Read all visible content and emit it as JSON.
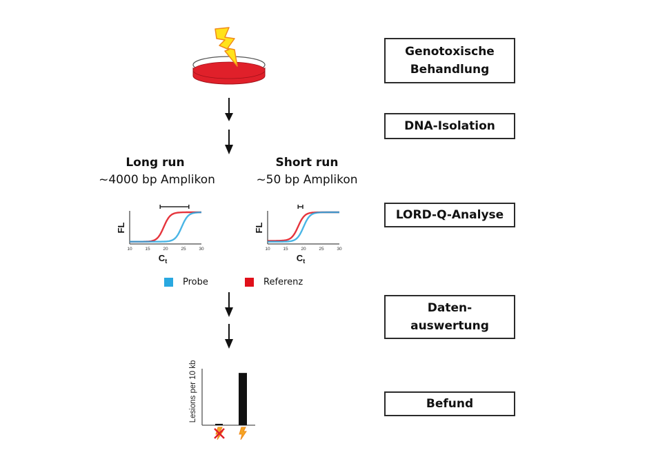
{
  "steps": [
    {
      "lines": [
        "Genotoxische",
        "Behandlung"
      ]
    },
    {
      "lines": [
        "DNA-Isolation"
      ]
    },
    {
      "lines": [
        "LORD-Q-Analyse"
      ]
    },
    {
      "lines": [
        "Daten-",
        "auswertung"
      ]
    },
    {
      "lines": [
        "Befund"
      ]
    }
  ],
  "icons": {
    "treatment": "petri-dish-with-lightning",
    "flow_arrow": "arrow-down"
  },
  "runs": {
    "long": {
      "title": "Long run",
      "subtitle": "~4000 bp Amplikon"
    },
    "short": {
      "title": "Short run",
      "subtitle": "~50 bp Amplikon"
    }
  },
  "legend": {
    "probe": {
      "label": "Probe",
      "color": "#29a8e0"
    },
    "referenz": {
      "label": "Referenz",
      "color": "#e0101a"
    }
  },
  "colors": {
    "dish_fill": "#e0202a",
    "bolt_fill": "#ffe21a",
    "bolt_stroke": "#f08a1a",
    "box_border": "#2a2a2a",
    "bar_fill": "#111111",
    "cross": "#e0202a"
  },
  "chart_data": [
    {
      "type": "line",
      "title": "Long run",
      "xlabel": "Ct",
      "ylabel": "FL",
      "x_ticks": [
        "10",
        "15",
        "20",
        "25",
        "30"
      ],
      "xlim": [
        10,
        30
      ],
      "ylim": [
        0,
        1
      ],
      "series": [
        {
          "name": "Referenz",
          "color": "#e0101a",
          "midpoint_ct": 19.5,
          "baseline": 0.05,
          "plateau": 1.0
        },
        {
          "name": "Probe",
          "color": "#29a8e0",
          "midpoint_ct": 24.5,
          "baseline": 0.05,
          "plateau": 1.0
        }
      ],
      "delta_bar": {
        "from_ct": 18.5,
        "to_ct": 26.5
      }
    },
    {
      "type": "line",
      "title": "Short run",
      "xlabel": "Ct",
      "ylabel": "FL",
      "x_ticks": [
        "10",
        "15",
        "20",
        "25",
        "30"
      ],
      "xlim": [
        10,
        30
      ],
      "ylim": [
        0,
        1
      ],
      "series": [
        {
          "name": "Referenz",
          "color": "#e0101a",
          "midpoint_ct": 18.5,
          "baseline": 0.08,
          "plateau": 1.0
        },
        {
          "name": "Probe",
          "color": "#29a8e0",
          "midpoint_ct": 20.0,
          "baseline": 0.05,
          "plateau": 1.0
        }
      ],
      "delta_bar": {
        "from_ct": 18.5,
        "to_ct": 19.8
      }
    },
    {
      "type": "bar",
      "title": "",
      "xlabel": "",
      "ylabel": "Lesions per 10 kb",
      "categories": [
        "untreated",
        "treated"
      ],
      "category_icons": [
        "crossed-lightning-icon",
        "lightning-icon"
      ],
      "values": [
        0.02,
        0.96
      ],
      "ylim": [
        0,
        1
      ]
    }
  ]
}
